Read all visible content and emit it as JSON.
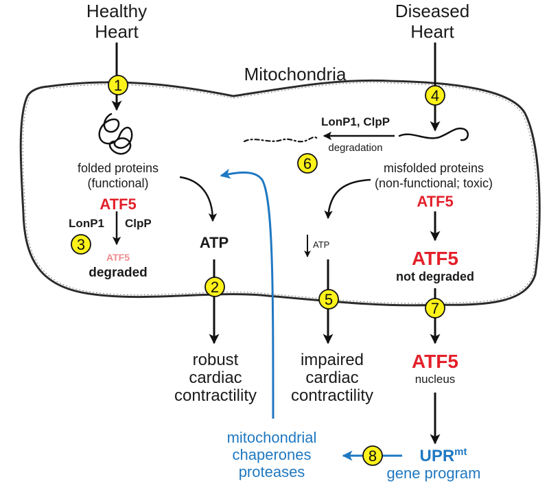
{
  "titles": {
    "healthy": [
      "Healthy",
      "Heart"
    ],
    "diseased": [
      "Diseased",
      "Heart"
    ],
    "mitochondria": "Mitochondria"
  },
  "healthy_path": {
    "folded_proteins": [
      "folded proteins",
      "(functional)"
    ],
    "atf5": "ATF5",
    "lonp1": "LonP1",
    "clpp": "ClpP",
    "atf5_small": "ATF5",
    "degraded": "degraded",
    "atp": "ATP",
    "outcome": [
      "robust",
      "cardiac",
      "contractility"
    ]
  },
  "diseased_path": {
    "proteases": "LonP1, ClpP",
    "degradation": "degradation",
    "misfolded_proteins": [
      "misfolded proteins",
      "(non-functional; toxic)"
    ],
    "atf5": "ATF5",
    "atf5_large": "ATF5",
    "not_degraded": "not degraded",
    "atp_small": "ATP",
    "outcome": [
      "impaired",
      "cardiac",
      "contractility"
    ],
    "atf5_nucleus": "ATF5",
    "nucleus": "nucleus",
    "upr": "UPR",
    "upr_superscript": "mt",
    "gene_program": "gene program"
  },
  "feedback": {
    "lines": [
      "mitochondrial",
      "chaperones",
      "proteases"
    ]
  },
  "steps": [
    "1",
    "2",
    "3",
    "4",
    "5",
    "6",
    "7",
    "8"
  ],
  "colors": {
    "atf5_red": "#e3202a",
    "atf5_faded": "#f08a8e",
    "feedback_blue": "#1f78c1",
    "step_yellow": "#fdf21a",
    "text": "#1a1a1a"
  }
}
